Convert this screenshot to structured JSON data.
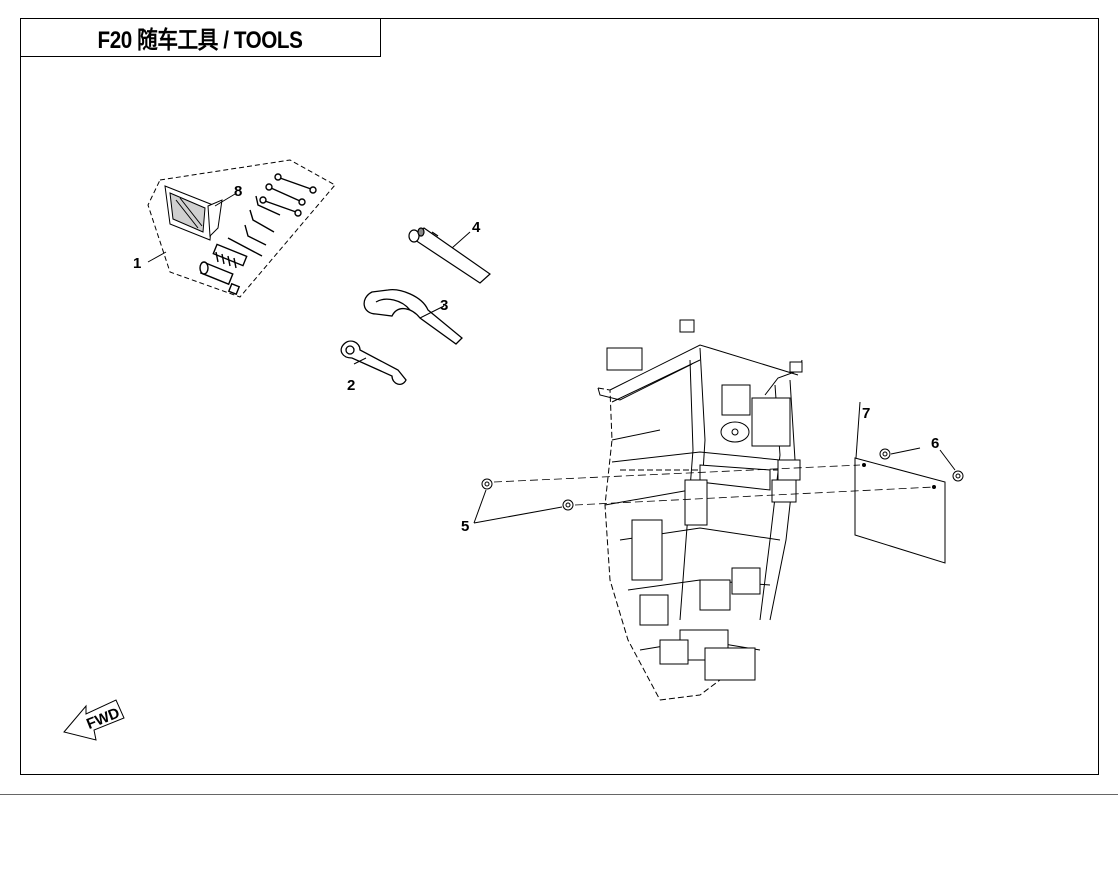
{
  "title": "F20 随车工具 / TOOLS",
  "callouts": [
    "1",
    "2",
    "3",
    "4",
    "5",
    "6",
    "7",
    "8"
  ],
  "fwd_label": "FWD"
}
